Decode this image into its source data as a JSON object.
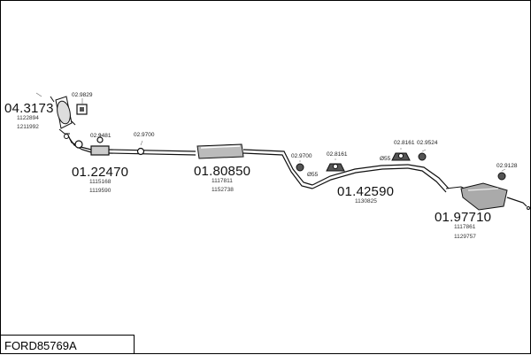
{
  "title": "FORD85769A",
  "parts": [
    {
      "id": "p1",
      "number": "04.3173",
      "refs": [
        "1122894",
        "1211992"
      ]
    },
    {
      "id": "p2",
      "number": "01.22470",
      "refs": [
        "1115168",
        "1119590"
      ]
    },
    {
      "id": "p3",
      "number": "01.80850",
      "refs": [
        "1117811",
        "1152738"
      ]
    },
    {
      "id": "p4",
      "number": "01.42590",
      "refs": [
        "1130825"
      ]
    },
    {
      "id": "p5",
      "number": "01.97710",
      "refs": [
        "1117861",
        "1129757"
      ]
    }
  ],
  "accessories": [
    "02.9829",
    "02.9481",
    "02.9700",
    "02.9700",
    "02.8161",
    "02.8161",
    "02.9524",
    "02.9128"
  ],
  "dimensions": [
    "Ø55",
    "Ø55"
  ]
}
